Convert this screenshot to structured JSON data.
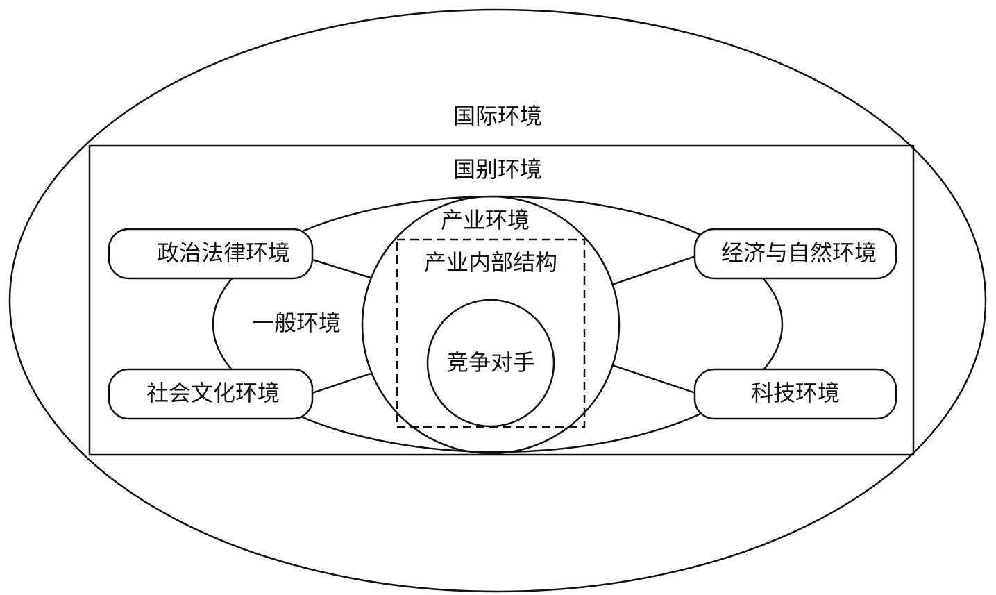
{
  "diagram": {
    "international": "国际环境",
    "national": "国别环境",
    "general": "一般环境",
    "industry": "产业环境",
    "industry_structure": "产业内部结构",
    "competitors": "竞争对手",
    "political_legal": "政治法律环境",
    "social_cultural": "社会文化环境",
    "economic_natural": "经济与自然环境",
    "technology": "科技环境"
  }
}
